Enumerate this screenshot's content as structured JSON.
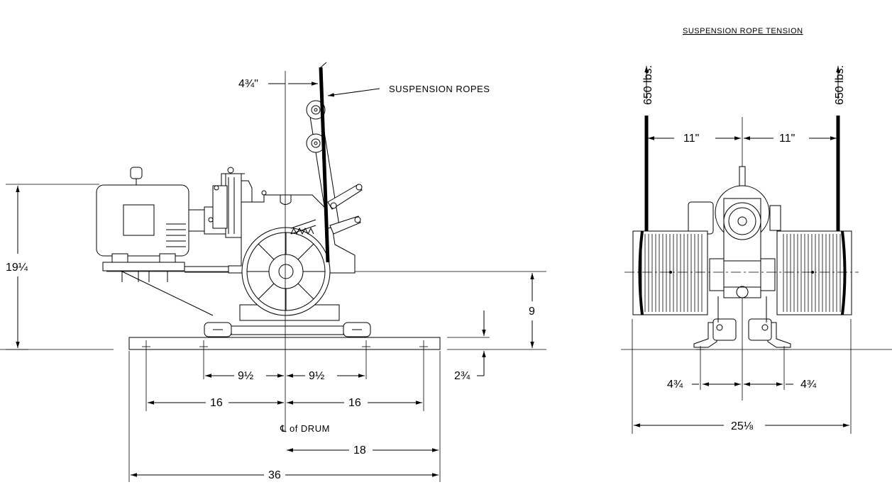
{
  "side_view": {
    "rope_offset_label": "4¾\"",
    "suspension_ropes_label": "SUSPENSION ROPES",
    "overall_height_label": "19¼",
    "drum_center_height_label": "9",
    "base_thickness_label": "2¾",
    "inner_bolt_left_label": "9½",
    "inner_bolt_right_label": "9½",
    "outer_bolt_left_label": "16",
    "outer_bolt_right_label": "16",
    "centerline_label": "℄ of DRUM",
    "half_base_label": "18",
    "base_length_label": "36"
  },
  "end_view": {
    "title": "SUSPENSION ROPE TENSION",
    "left_tension_label": "650 lbs.",
    "right_tension_label": "650 lbs.",
    "left_rope_offset_label": "11\"",
    "right_rope_offset_label": "11\"",
    "left_bolt_offset_label": "4¾",
    "right_bolt_offset_label": "4¾",
    "overall_width_label": "25⅛"
  }
}
